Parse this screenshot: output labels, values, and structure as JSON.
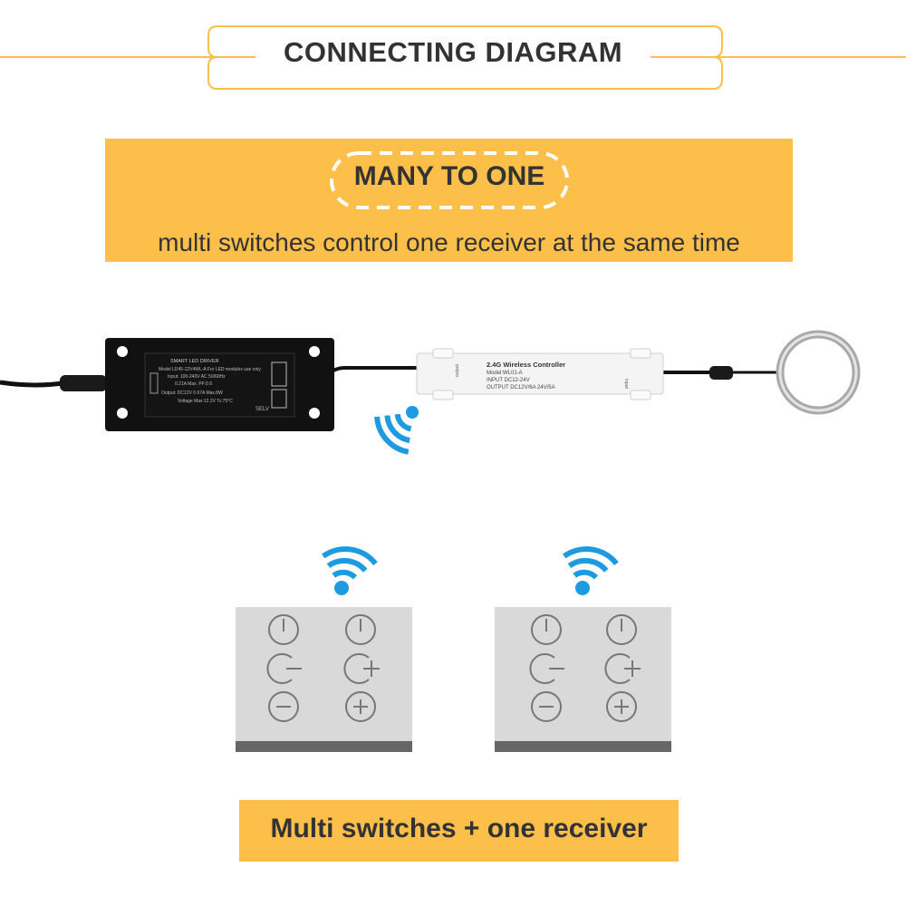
{
  "header": {
    "title": "CONNECTING DIAGRAM"
  },
  "banner": {
    "pill": "MANY TO ONE",
    "subtitle": "multi switches control one receiver at the same time"
  },
  "driver": {
    "heading": "SMART LED DRIVER",
    "model": "Model LD45-12V4WL-A  For LED modules use only",
    "input": "Input: 100-240V AC 50/60Hz",
    "current": "0.21A Max.  PF:0.6",
    "output": "Output: DC12V 0.67A  Max.8W",
    "voltage": "Voltage Max:12.2V    Tc:75°C",
    "selv": "SELV"
  },
  "controller": {
    "title": "2.4G Wireless Controller",
    "model": "Model:WL01-A",
    "input": "INPUT DC12-24V",
    "output": "OUTPUT DC12V/6A  24V/5A",
    "left_tag": "output",
    "right_tag": "input"
  },
  "bottom": {
    "label": "Multi switches + one receiver"
  },
  "colors": {
    "accent": "#fcbf4a",
    "wifi": "#1e9be0",
    "panel": "#d8d8d8",
    "driver": "#111111"
  }
}
